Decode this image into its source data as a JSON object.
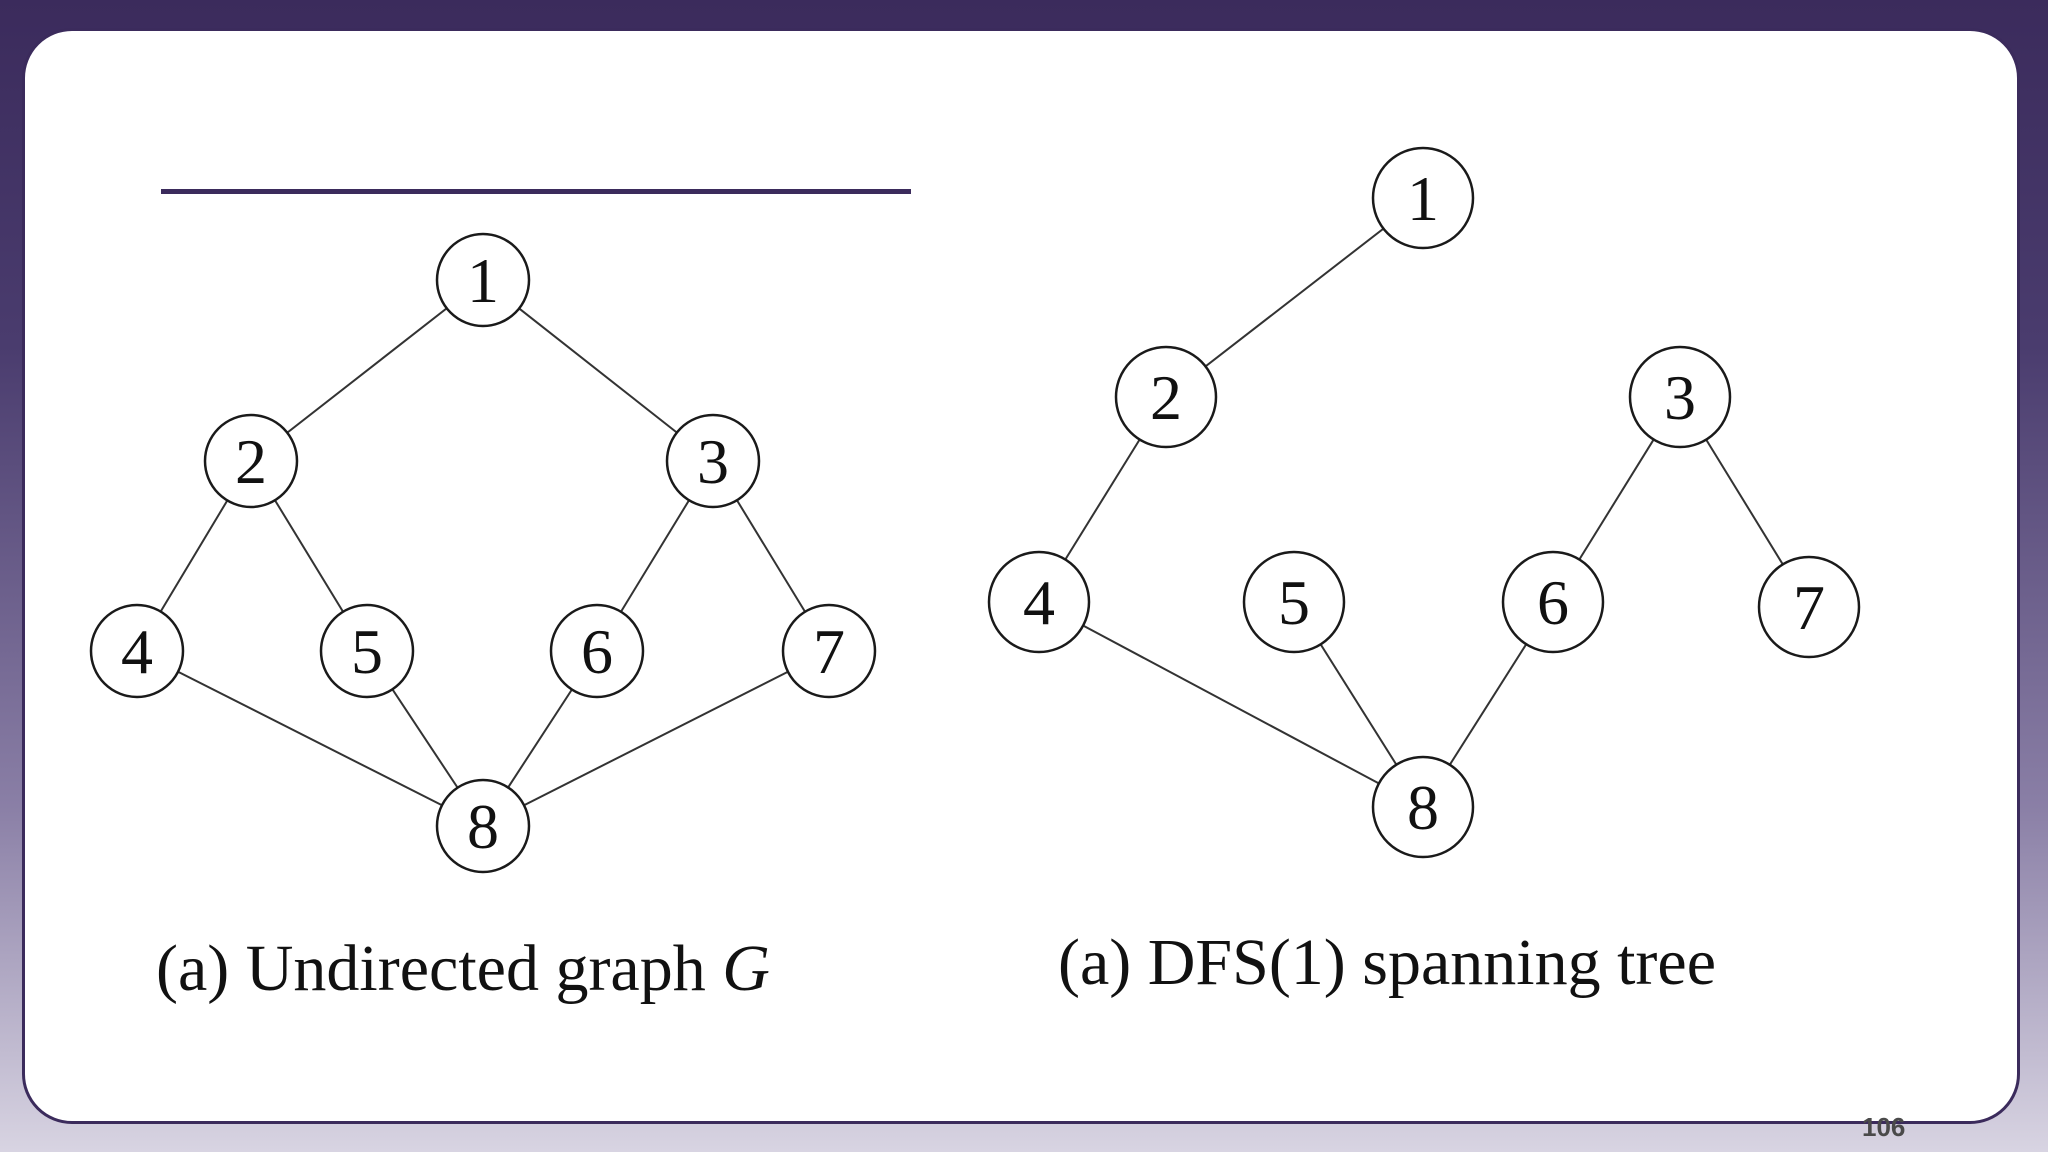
{
  "slide": {
    "page_number": "106"
  },
  "graph_g": {
    "caption_prefix": "(a) Undirected graph ",
    "caption_var": "G",
    "nodes": [
      {
        "id": "1",
        "label": "1"
      },
      {
        "id": "2",
        "label": "2"
      },
      {
        "id": "3",
        "label": "3"
      },
      {
        "id": "4",
        "label": "4"
      },
      {
        "id": "5",
        "label": "5"
      },
      {
        "id": "6",
        "label": "6"
      },
      {
        "id": "7",
        "label": "7"
      },
      {
        "id": "8",
        "label": "8"
      }
    ],
    "edges": [
      [
        "1",
        "2"
      ],
      [
        "1",
        "3"
      ],
      [
        "2",
        "4"
      ],
      [
        "2",
        "5"
      ],
      [
        "3",
        "6"
      ],
      [
        "3",
        "7"
      ],
      [
        "4",
        "8"
      ],
      [
        "5",
        "8"
      ],
      [
        "6",
        "8"
      ],
      [
        "7",
        "8"
      ]
    ]
  },
  "dfs_tree": {
    "caption": "(a) DFS(1) spanning tree",
    "nodes": [
      {
        "id": "1",
        "label": "1"
      },
      {
        "id": "2",
        "label": "2"
      },
      {
        "id": "3",
        "label": "3"
      },
      {
        "id": "4",
        "label": "4"
      },
      {
        "id": "5",
        "label": "5"
      },
      {
        "id": "6",
        "label": "6"
      },
      {
        "id": "7",
        "label": "7"
      },
      {
        "id": "8",
        "label": "8"
      }
    ],
    "edges": [
      [
        "1",
        "2"
      ],
      [
        "2",
        "4"
      ],
      [
        "4",
        "8"
      ],
      [
        "8",
        "5"
      ],
      [
        "8",
        "6"
      ],
      [
        "6",
        "3"
      ],
      [
        "3",
        "7"
      ]
    ]
  }
}
